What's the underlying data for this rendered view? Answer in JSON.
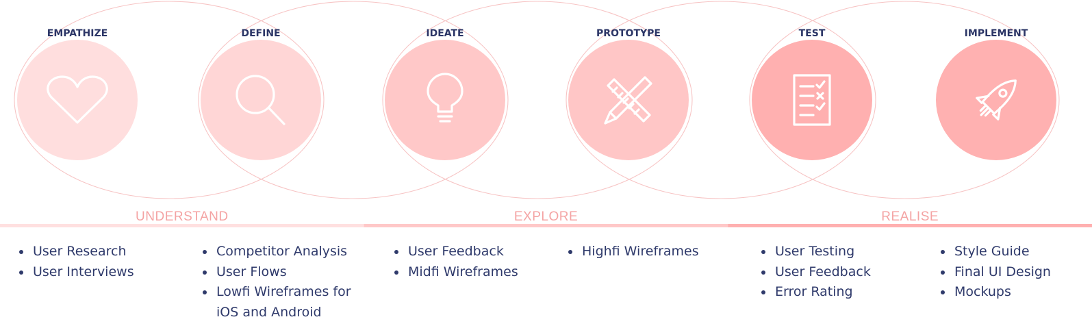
{
  "colors": {
    "title": "#2b3566",
    "text": "#2f3a6b",
    "outline": "#f7c4c4",
    "icon_stroke": "#ffffff",
    "phase_text": "#f4a3a3",
    "phase_bars": [
      "#ffe0e0",
      "#ffc8c8",
      "#ffb0b0"
    ]
  },
  "stages": [
    {
      "title": "EMPATHIZE",
      "icon": "heart-icon",
      "fill": "#ffdede",
      "tasks": [
        "User Research",
        "User Interviews"
      ]
    },
    {
      "title": "DEFINE",
      "icon": "magnifier-icon",
      "fill": "#ffd6d6",
      "tasks": [
        "Competitor Analysis",
        "User Flows",
        "Lowfi Wireframes for iOS and Android"
      ]
    },
    {
      "title": "IDEATE",
      "icon": "lightbulb-icon",
      "fill": "#ffc8c8",
      "tasks": [
        "User Feedback",
        "Midfi Wireframes"
      ]
    },
    {
      "title": "PROTOTYPE",
      "icon": "pencil-ruler-icon",
      "fill": "#ffc6c6",
      "tasks": [
        "Highfi Wireframes"
      ]
    },
    {
      "title": "TEST",
      "icon": "checklist-icon",
      "fill": "#ffb0b0",
      "tasks": [
        "User Testing",
        "User Feedback",
        "Error Rating"
      ]
    },
    {
      "title": "IMPLEMENT",
      "icon": "rocket-icon",
      "fill": "#ffb1b1",
      "tasks": [
        "Style Guide",
        "Final UI Design",
        "Mockups"
      ]
    }
  ],
  "phases": [
    {
      "label": "UNDERSTAND"
    },
    {
      "label": "EXPLORE"
    },
    {
      "label": "REALISE"
    }
  ]
}
